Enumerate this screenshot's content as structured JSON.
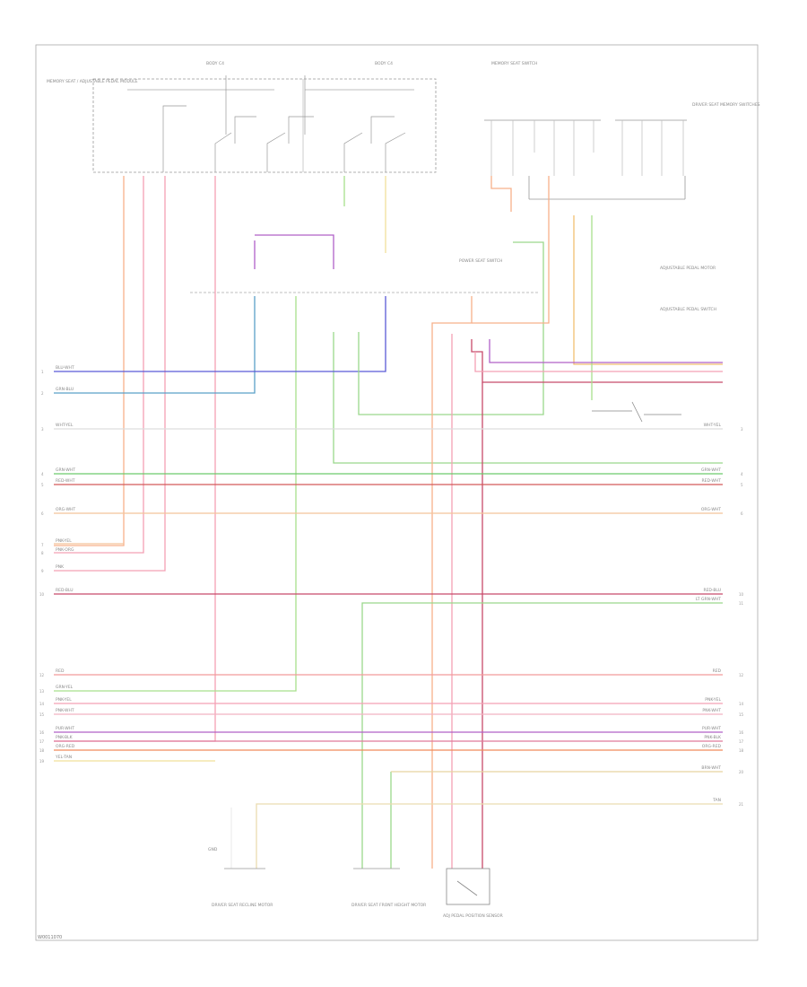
{
  "footer_code": "W0011070",
  "wires": [
    {
      "name": "wire-blu-wht",
      "color": "#5a5ad6",
      "label_left": "BLU-WHT",
      "label_right": "",
      "pin": "1"
    },
    {
      "name": "wire-grn-blu",
      "color": "#5aa0c8",
      "label_left": "GRN-BLU",
      "label_right": "",
      "pin": "2"
    },
    {
      "name": "wire-wht-yel",
      "color": "#d8d8d8",
      "label_left": "WHT-YEL",
      "label_right": "WHT-YEL",
      "pin": "3"
    },
    {
      "name": "wire-grn-wht",
      "color": "#6cc96c",
      "label_left": "GRN-WHT",
      "label_right": "GRN-WHT",
      "pin": "4"
    },
    {
      "name": "wire-red-wht",
      "color": "#d45a5a",
      "label_left": "RED-WHT",
      "label_right": "RED-WHT",
      "pin": "5"
    },
    {
      "name": "wire-org-wht",
      "color": "#f3c49a",
      "label_left": "ORG-WHT",
      "label_right": "ORG-WHT",
      "pin": "6"
    },
    {
      "name": "wire-pnk-yel",
      "color": "#f3a0b4",
      "label_left": "PNK-YEL",
      "label_right": "",
      "pin": "7"
    },
    {
      "name": "wire-pnk-org",
      "color": "#f7b08a",
      "label_left": "PNK-ORG",
      "label_right": "",
      "pin": "8"
    },
    {
      "name": "wire-pnk",
      "color": "#f3a0b4",
      "label_left": "PNK",
      "label_right": "",
      "pin": "9"
    },
    {
      "name": "wire-red-blu",
      "color": "#c84a6a",
      "label_left": "RED-BLU",
      "label_right": "RED-BLU",
      "pin": "10"
    },
    {
      "name": "wire-ltgrn-wht",
      "color": "#a8e08c",
      "label_left": "",
      "label_right": "LT GRN-WHT",
      "pin": "11"
    },
    {
      "name": "wire-red",
      "color": "#f29a9a",
      "label_left": "RED",
      "label_right": "RED",
      "pin": "12"
    },
    {
      "name": "wire-grn-yel",
      "color": "#9ad88c",
      "label_left": "GRN-YEL",
      "label_right": "",
      "pin": "13"
    },
    {
      "name": "wire-pnk-yel-2",
      "color": "#f3a0b4",
      "label_left": "PNK-YEL",
      "label_right": "PNK-YEL",
      "pin": "14"
    },
    {
      "name": "wire-pnk-wht",
      "color": "#f2b2c2",
      "label_left": "PNK-WHT",
      "label_right": "PNK-WHT",
      "pin": "15"
    },
    {
      "name": "wire-pur-wht",
      "color": "#b060c8",
      "label_left": "PUR-WHT",
      "label_right": "PUR-WHT",
      "pin": "16"
    },
    {
      "name": "wire-pnk-blk",
      "color": "#e07a9a",
      "label_left": "PNK-BLK",
      "label_right": "PNK-BLK",
      "pin": "17"
    },
    {
      "name": "wire-org-red",
      "color": "#f08a5a",
      "label_left": "ORG-RED",
      "label_right": "ORG-RED",
      "pin": "18"
    },
    {
      "name": "wire-yel-tan",
      "color": "#f0e09a",
      "label_left": "YEL-TAN",
      "label_right": "",
      "pin": "19"
    },
    {
      "name": "wire-brn-wht",
      "color": "#e8d4a0",
      "label_left": "",
      "label_right": "BRN-WHT",
      "pin": "20"
    },
    {
      "name": "wire-tan",
      "color": "#eadcb0",
      "label_left": "",
      "label_right": "TAN",
      "pin": "21"
    }
  ],
  "labels": {
    "module_left_title": "MEMORY SEAT / ADJUSTABLE PEDAL MODULE",
    "connector_c1": "BODY C4",
    "connector_c2": "BODY C4",
    "top_right_title": "MEMORY SEAT SWITCH",
    "top_right_note": "DRIVER SEAT MEMORY SWITCHES",
    "mid_module_title": "POWER SEAT SWITCH",
    "mid_right_note_1": "ADJUSTABLE PEDAL MOTOR",
    "mid_right_note_2": "ADJUSTABLE PEDAL SWITCH",
    "bottom_module_1": "DRIVER SEAT RECLINE MOTOR",
    "bottom_module_2": "DRIVER SEAT FRONT HEIGHT MOTOR",
    "bottom_module_3": "ADJ PEDAL POSITION SENSOR",
    "gnd": "GND"
  }
}
